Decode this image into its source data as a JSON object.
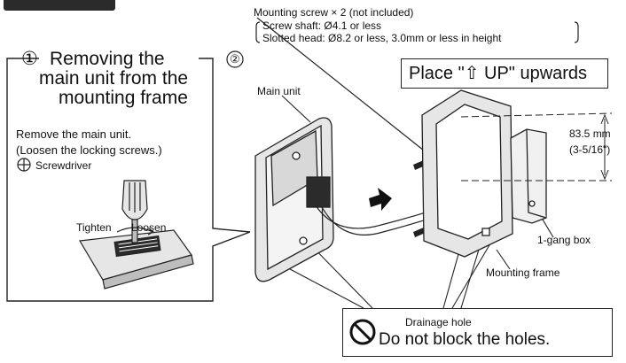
{
  "labels": {
    "screw_title": "Mounting screw × 2 (not included)",
    "screw_shaft": "Screw shaft: Ø4.1 or less",
    "screw_head": "Slotted head: Ø8.2 or less, 3.0mm or less in height",
    "step1_num": "①",
    "step1_title_line1": "Removing the",
    "step1_title_line2": "main unit from the",
    "step1_title_line3": "mounting frame",
    "step2_num": "②",
    "main_unit": "Main unit",
    "place_up_pre": "Place \"",
    "place_up_post": " UP\" upwards",
    "remove_line1": "Remove the main unit.",
    "remove_line2": "(Loosen the locking screws.)",
    "screwdriver": "Screwdriver",
    "tighten": "Tighten",
    "loosen": "Loosen",
    "dim_mm": "83.5 mm",
    "dim_in": "(3-5/16\")",
    "gang_box": "1-gang box",
    "mounting_frame": "Mounting frame",
    "drainage_hole": "Drainage hole",
    "no_block": "Do not block the holes."
  },
  "icons": [
    "screwdriver-plus-icon",
    "up-arrow-icon",
    "prohibition-icon"
  ],
  "colors": {
    "line": "#222222",
    "fill_light": "#e6e6e6",
    "fill_mid": "#bdbdbd",
    "fill_dark": "#2b2b2b"
  }
}
